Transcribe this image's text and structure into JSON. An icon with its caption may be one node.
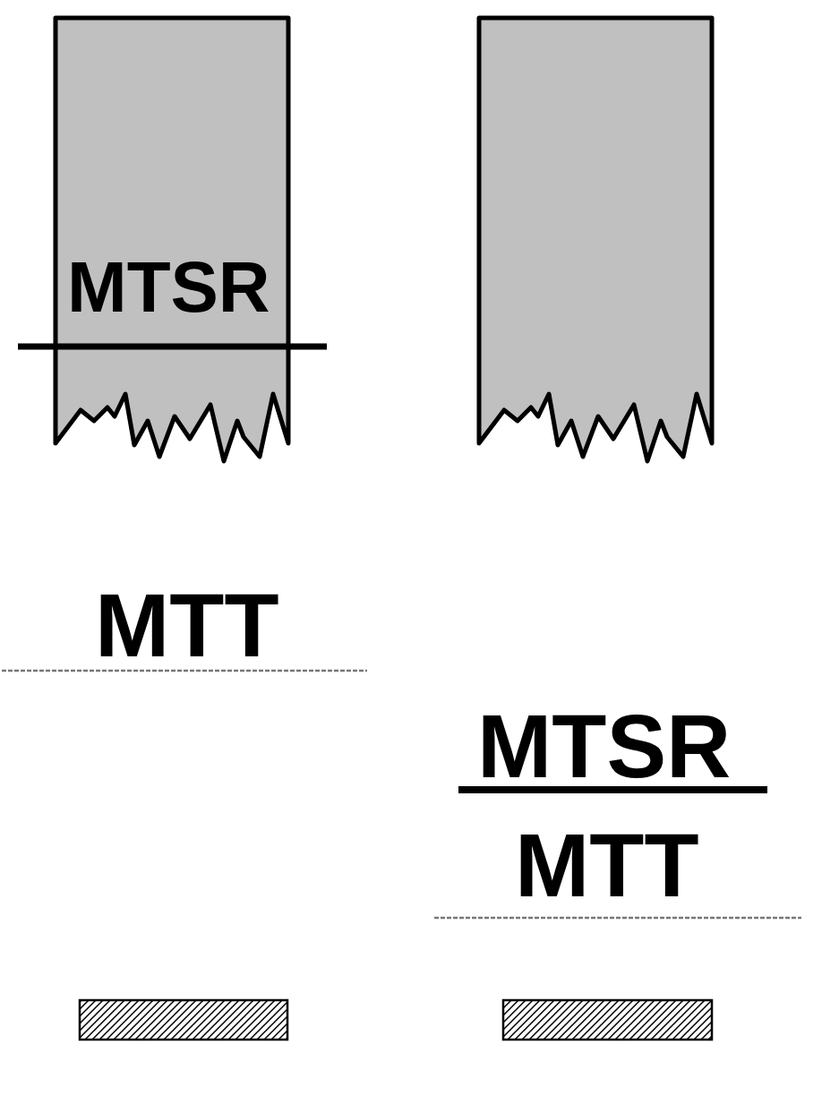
{
  "diagram": {
    "nodes": [
      {
        "text": [],
        "shape": "bar"
      },
      {
        "text": [],
        "shape": "bar"
      }
    ],
    "labels": [
      "MTSR",
      "MTT",
      "MTSR",
      "MTT"
    ]
  }
}
